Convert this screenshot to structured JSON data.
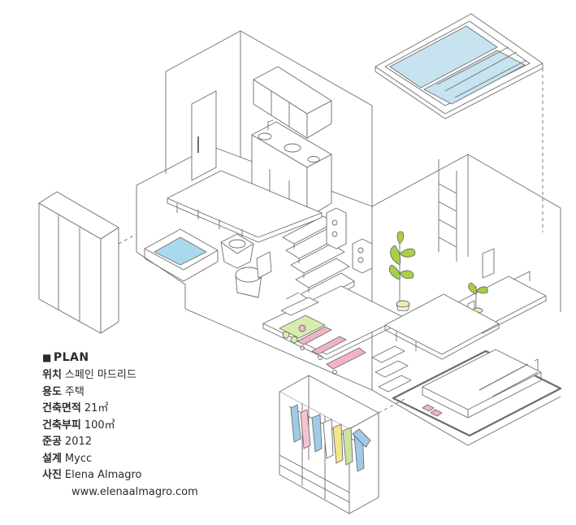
{
  "plan": {
    "marker": "■",
    "title": "PLAN",
    "rows": [
      {
        "label": "위치",
        "value": "스페인 마드리드"
      },
      {
        "label": "용도",
        "value": "주택"
      },
      {
        "label": "건축면적",
        "value": "21㎡"
      },
      {
        "label": "건축부피",
        "value": "100㎥"
      },
      {
        "label": "준공",
        "value": "2012"
      },
      {
        "label": "설계",
        "value": "Mycc"
      },
      {
        "label": "사진",
        "value": "Elena Almagro"
      }
    ],
    "url": "www.elenaalmagro.com"
  },
  "colors": {
    "line": "#6d6d6d",
    "water": "#a9d9ef",
    "leaf": "#a8cf45",
    "pink": "#f2b3c6",
    "clothes_blue": "#9fcbe8",
    "clothes_pink": "#f5c3d3",
    "clothes_green": "#cfe3a0",
    "clothes_yellow": "#f4e48c",
    "towel_green": "#d9ecb0",
    "pot": "#f3e9a8"
  }
}
